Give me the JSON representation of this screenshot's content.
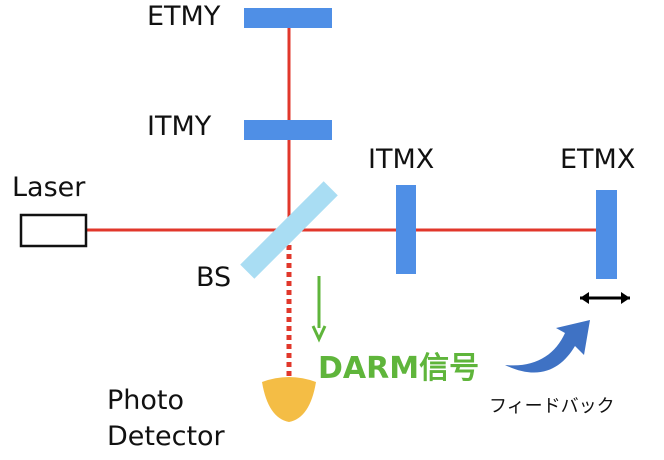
{
  "labels": {
    "etmy": "ETMY",
    "itmy": "ITMY",
    "itmx": "ITMX",
    "etmx": "ETMX",
    "laser": "Laser",
    "bs": "BS",
    "photo_line1": "Photo",
    "photo_line2": "Detector",
    "darm_signal": "DARM信号",
    "feedback": "フィードバック"
  },
  "colors": {
    "beam": "#e1372b",
    "mirror": "#4f8fe6",
    "beam_splitter": "#a9ddf3",
    "photodetector": "#f4bd45",
    "darm_arrow": "#5fb53b",
    "feedback_arrow": "#3f72c4",
    "laser_box": "#111111"
  },
  "icons": {
    "feedback_arrow": "curved-arrow-icon",
    "etmx_motion": "double-arrow-icon",
    "darm_arrow": "down-arrow-icon"
  }
}
